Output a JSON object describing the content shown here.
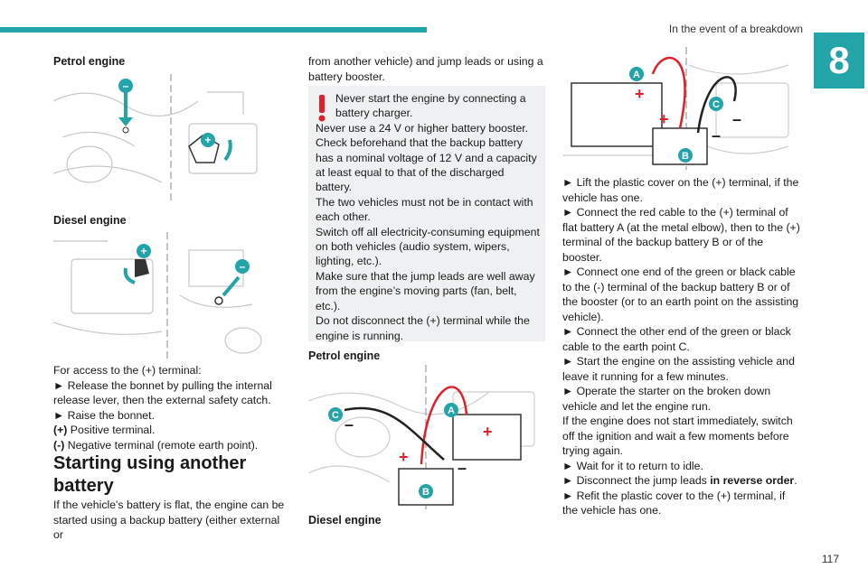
{
  "header": {
    "section_title": "In the event of a breakdown",
    "chapter": "8"
  },
  "left": {
    "petrol_heading": "Petrol engine",
    "diesel_heading": "Diesel engine",
    "lines": [
      "For access to the (+) terminal:",
      "► Release the bonnet by pulling the internal release lever, then the external safety catch.",
      "► Raise the bonnet."
    ],
    "positive_label": "(+)",
    "positive_text": " Positive terminal.",
    "negative_label": "(-)",
    "negative_text": " Negative terminal (remote earth point).",
    "section_heading": "Starting using another battery",
    "intro": "If the vehicle's battery is flat, the engine can be started using a backup battery (either external or"
  },
  "middle": {
    "continuation": "from another vehicle) and jump leads or using a battery booster.",
    "warning_first": "Never start the engine by connecting a battery charger.",
    "warning_rest": "Never use a 24 V or higher battery booster.\nCheck beforehand that the backup battery has a nominal voltage of 12 V and a capacity at least equal to that of the discharged battery.\nThe two vehicles must not be in contact with each other.\nSwitch off all electricity-consuming equipment on both vehicles (audio system, wipers, lighting, etc.).\nMake sure that the jump leads are well away from the engine’s moving parts (fan, belt, etc.).\nDo not disconnect the (+) terminal while the engine is running.",
    "petrol_heading": "Petrol engine",
    "diesel_heading": "Diesel engine"
  },
  "right": {
    "steps": [
      "► Lift the plastic cover on the (+) terminal, if the vehicle has one.",
      "► Connect the red cable to the (+) terminal of flat battery A (at the metal elbow), then to the (+) terminal of the backup battery B or of the booster.",
      "► Connect one end of the green or black cable to the (-) terminal of the backup battery B or of the booster (or to an earth point on the assisting vehicle).",
      "► Connect the other end of the green or black cable to the earth point C.",
      "► Start the engine on the assisting vehicle and leave it running for a few minutes.",
      "► Operate the starter on the broken down vehicle and let the engine run.",
      "If the engine does not start immediately, switch off the ignition and wait a few moments before trying again.",
      "► Wait for it to return to idle."
    ],
    "disconnect_pre": "► Disconnect the jump leads ",
    "disconnect_bold": "in reverse order",
    "disconnect_post": ".",
    "refit": "► Refit the plastic cover to the (+) terminal, if the vehicle has one."
  },
  "diagram_labels": {
    "A": "A",
    "B": "B",
    "C": "C",
    "plus": "+",
    "minus": "–"
  },
  "colors": {
    "accent": "#23a4a8",
    "warning": "#e0202a",
    "red_cable": "#e0202a",
    "black_cable": "#222222"
  },
  "page_number": "117"
}
